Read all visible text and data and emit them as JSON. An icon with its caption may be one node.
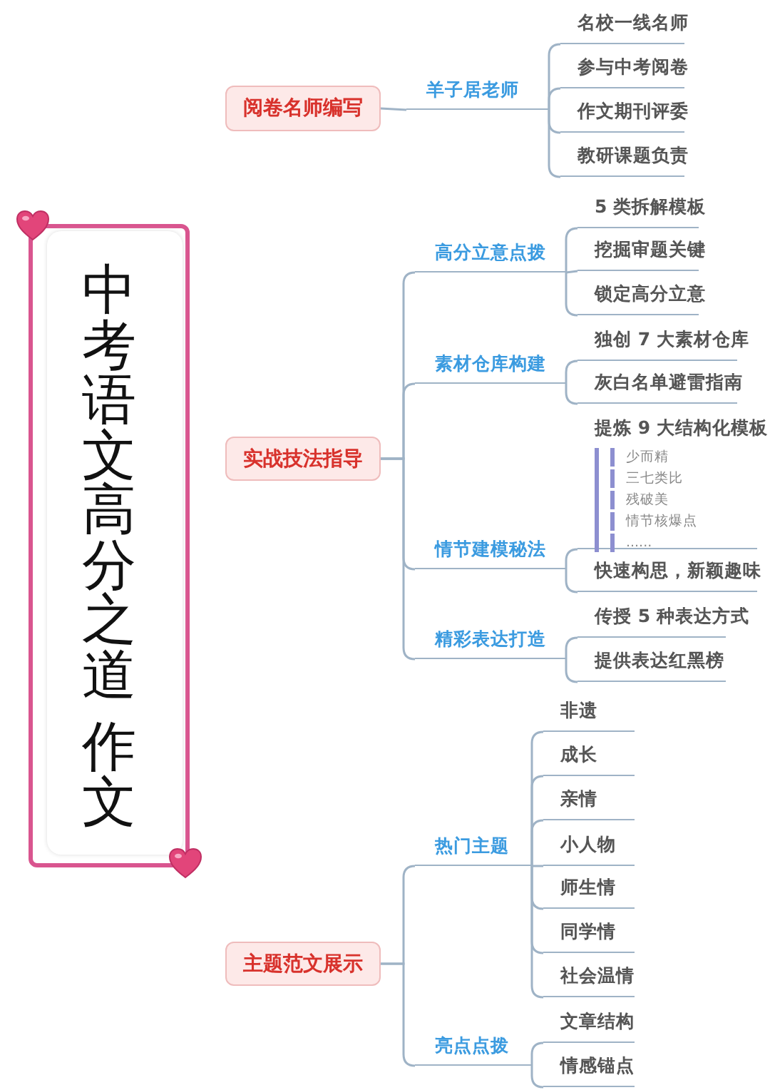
{
  "diagram": {
    "nodes": [
      {
        "text": [
          "中考语文高分之道",
          "作文"
        ]
      },
      {
        "text": [
          "阅卷名师编写"
        ]
      },
      {
        "text": [
          "羊子居老师"
        ]
      },
      {
        "text": [
          "名校一线名师"
        ]
      },
      {
        "text": [
          "参与中考阅卷"
        ]
      },
      {
        "text": [
          "作文期刊评委"
        ]
      },
      {
        "text": [
          "教研课题负责"
        ]
      },
      {
        "text": [
          "实战技法指导"
        ]
      },
      {
        "text": [
          "高分立意点拨"
        ]
      },
      {
        "text": [
          "5 类拆解模板"
        ]
      },
      {
        "text": [
          "挖掘审题关键"
        ]
      },
      {
        "text": [
          "锁定高分立意"
        ]
      },
      {
        "text": [
          "素材仓库构建"
        ]
      },
      {
        "text": [
          "独创 7 大素材仓库"
        ]
      },
      {
        "text": [
          "灰白名单避雷指南"
        ]
      },
      {
        "text": [
          "情节建模秘法"
        ]
      },
      {
        "text": [
          "提炼 9 大结构化模板",
          "少而精",
          "三七类比",
          "残破美",
          "情节核爆点",
          "......"
        ]
      },
      {
        "text": [
          "快速构思，新颖趣味"
        ]
      },
      {
        "text": [
          "精彩表达打造"
        ]
      },
      {
        "text": [
          "传授 5 种表达方式"
        ]
      },
      {
        "text": [
          "提供表达红黑榜"
        ]
      },
      {
        "text": [
          "主题范文展示"
        ]
      },
      {
        "text": [
          "热门主题"
        ]
      },
      {
        "text": [
          "非遗"
        ]
      },
      {
        "text": [
          "成长"
        ]
      },
      {
        "text": [
          "亲情"
        ]
      },
      {
        "text": [
          "小人物"
        ]
      },
      {
        "text": [
          "师生情"
        ]
      },
      {
        "text": [
          "同学情"
        ]
      },
      {
        "text": [
          "社会温情"
        ]
      },
      {
        "text": [
          "亮点点拨"
        ]
      },
      {
        "text": [
          "文章结构"
        ]
      },
      {
        "text": [
          "情感锚点"
        ]
      }
    ],
    "edges": [
      {
        "from": 1,
        "to": 2,
        "arrow": "none"
      },
      {
        "from": 2,
        "to": 3,
        "arrow": "none"
      },
      {
        "from": 2,
        "to": 4,
        "arrow": "none"
      },
      {
        "from": 2,
        "to": 5,
        "arrow": "none"
      },
      {
        "from": 2,
        "to": 6,
        "arrow": "none"
      },
      {
        "from": 7,
        "to": 8,
        "arrow": "none"
      },
      {
        "from": 8,
        "to": 9,
        "arrow": "none"
      },
      {
        "from": 8,
        "to": 10,
        "arrow": "none"
      },
      {
        "from": 8,
        "to": 11,
        "arrow": "none"
      },
      {
        "from": 7,
        "to": 12,
        "arrow": "none"
      },
      {
        "from": 12,
        "to": 13,
        "arrow": "none"
      },
      {
        "from": 12,
        "to": 14,
        "arrow": "none"
      },
      {
        "from": 7,
        "to": 15,
        "arrow": "none"
      },
      {
        "from": 15,
        "to": 16,
        "arrow": "none"
      },
      {
        "from": 15,
        "to": 17,
        "arrow": "none"
      },
      {
        "from": 7,
        "to": 18,
        "arrow": "none"
      },
      {
        "from": 18,
        "to": 19,
        "arrow": "none"
      },
      {
        "from": 18,
        "to": 20,
        "arrow": "none"
      },
      {
        "from": 21,
        "to": 22,
        "arrow": "none"
      },
      {
        "from": 22,
        "to": 23,
        "arrow": "none"
      },
      {
        "from": 22,
        "to": 24,
        "arrow": "none"
      },
      {
        "from": 22,
        "to": 25,
        "arrow": "none"
      },
      {
        "from": 22,
        "to": 26,
        "arrow": "none"
      },
      {
        "from": 22,
        "to": 27,
        "arrow": "none"
      },
      {
        "from": 22,
        "to": 28,
        "arrow": "none"
      },
      {
        "from": 22,
        "to": 29,
        "arrow": "none"
      },
      {
        "from": 21,
        "to": 30,
        "arrow": "none"
      },
      {
        "from": 30,
        "to": 31,
        "arrow": "none"
      },
      {
        "from": 30,
        "to": 32,
        "arrow": "none"
      }
    ]
  }
}
